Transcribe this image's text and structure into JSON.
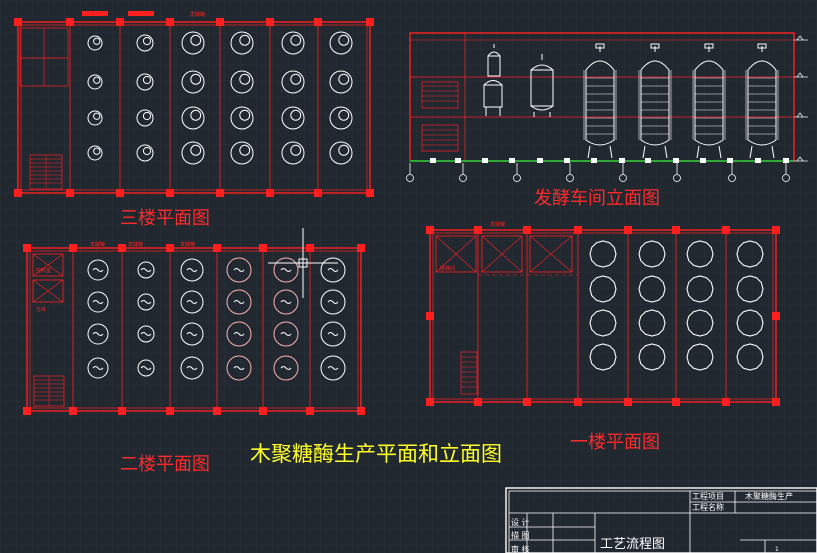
{
  "colors": {
    "background": "#212830",
    "wall": "#ff1f1f",
    "equipment": "#ffffff",
    "grid": "#3a434d",
    "main_title": "#ffff2a",
    "ground": "#19d43a"
  },
  "drawing_titles": {
    "third_floor": "三楼平面图",
    "elevation": "发酵车间立面图",
    "second_floor": "二楼平面图",
    "first_floor": "一楼平面图",
    "main": "木聚糖酶生产平面和立面图"
  },
  "room_labels": {
    "top_tag": "发酵罐",
    "stair": "楼梯间",
    "control": "控制室",
    "store": "仓库",
    "tank_room": "发酵罐",
    "small1": "发酵罐",
    "small2": "发酵罐",
    "small3": "发酵罐"
  },
  "title_block": {
    "project_item_label": "工程项目",
    "project_item_value": "木聚糖酶生产",
    "project_name_label": "工程名称",
    "design_label": "设 计",
    "drawing_label": "描 图",
    "review_label": "审 核",
    "drawing_name": "工艺流程图",
    "sheet_no": "1"
  }
}
